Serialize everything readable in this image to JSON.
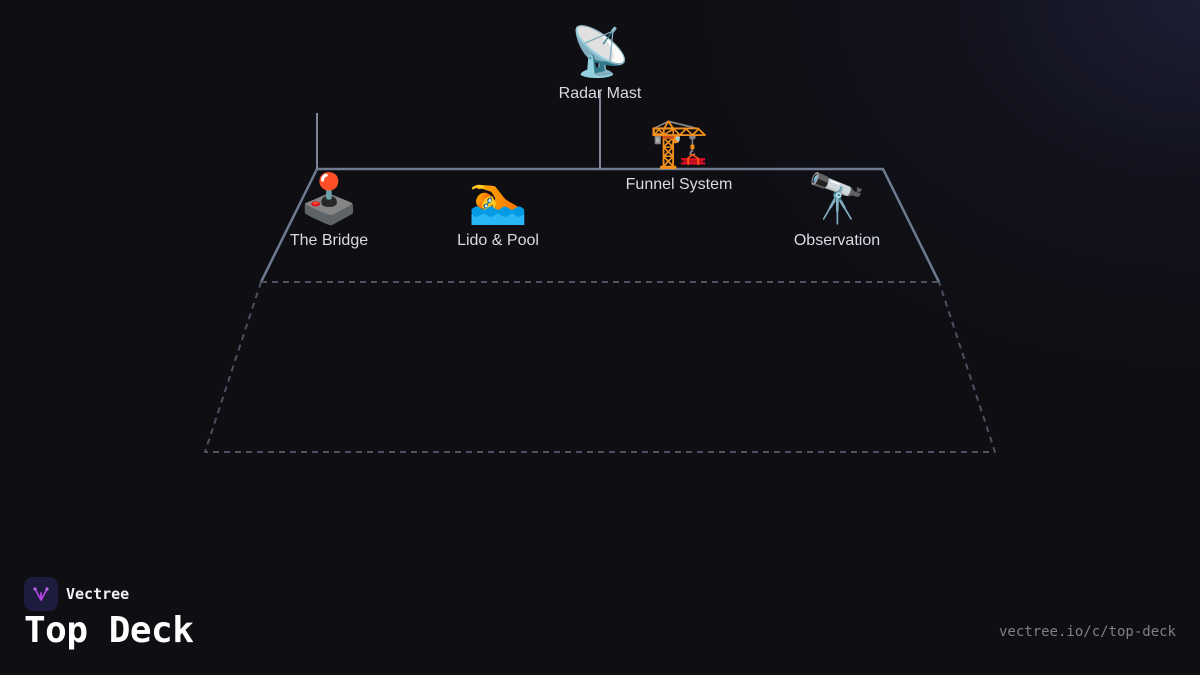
{
  "diagram": {
    "nodes": [
      {
        "id": "radar",
        "label": "Radar Mast",
        "icon": "satellite-dish-icon",
        "glyph": "📡"
      },
      {
        "id": "funnel",
        "label": "Funnel System",
        "icon": "construction-crane-icon",
        "glyph": "🏗️"
      },
      {
        "id": "bridge",
        "label": "The Bridge",
        "icon": "joystick-icon",
        "glyph": "🕹️"
      },
      {
        "id": "lido",
        "label": "Lido & Pool",
        "icon": "swimmer-icon",
        "glyph": "🏊"
      },
      {
        "id": "observation",
        "label": "Observation",
        "icon": "telescope-icon",
        "glyph": "🔭"
      }
    ],
    "colors": {
      "outline": "#6e7a8e",
      "dashed": "#4a5160"
    }
  },
  "brand": {
    "name": "Vectree",
    "logo_icon": "vectree-logo-icon",
    "accent": "#b044e0"
  },
  "page": {
    "title": "Top Deck",
    "url": "vectree.io/c/top-deck"
  }
}
